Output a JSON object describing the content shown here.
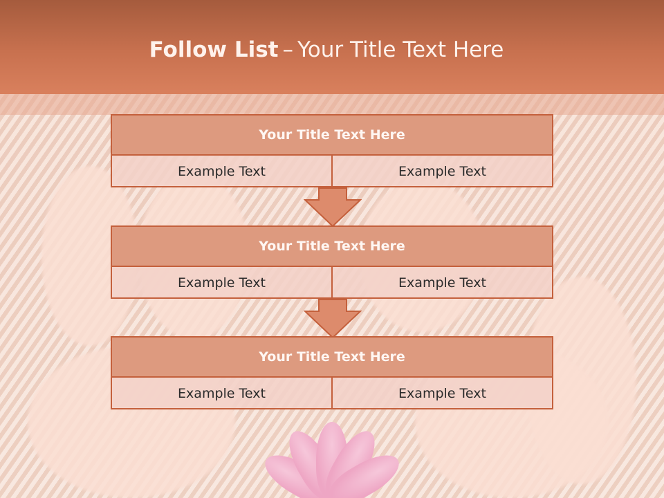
{
  "slide": {
    "title_bold": "Follow List",
    "title_dash": "–",
    "title_rest": "Your Title Text Here"
  },
  "steps": [
    {
      "heading": "Your Title Text Here",
      "left": "Example Text",
      "right": "Example Text"
    },
    {
      "heading": "Your Title Text Here",
      "left": "Example Text",
      "right": "Example Text"
    },
    {
      "heading": "Your Title Text Here",
      "left": "Example Text",
      "right": "Example Text"
    }
  ],
  "colors": {
    "header": "#c8714f",
    "box_border": "#c4603c",
    "box_head": "#dd9a7f",
    "arrow_fill": "#dd8b6c"
  }
}
